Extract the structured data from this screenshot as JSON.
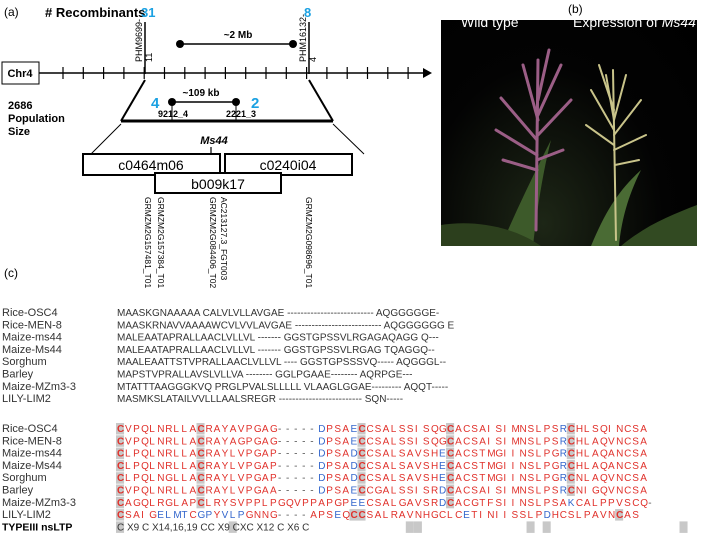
{
  "panels": {
    "a": "(a)",
    "b": "(b)",
    "c": "(c)"
  },
  "map": {
    "recombinants_label": "# Recombinants",
    "rec_left": "31",
    "rec_right": "8",
    "marker_left": "PHM9699-\n11",
    "marker_right": "PHM16132-\n4",
    "distance_large": "~2 Mb",
    "chromosome": "Chr4",
    "population": "2686\nPopulation\nSize",
    "rec_inner_left": "4",
    "rec_inner_right": "2",
    "marker_inner_left": "9212_4",
    "marker_inner_right": "2221_3",
    "distance_small": "~109 kb",
    "gene": "Ms44",
    "bacs": [
      "c0464m06",
      "c0240i04",
      "b009k17"
    ],
    "gene_models": [
      "GRMZM2G157481_T01",
      "GRMZM2G157384_T01",
      "GRMZM2G084406_T02",
      "AC213127.3_FGT003",
      "GRMZM2G098696_T01"
    ]
  },
  "photo": {
    "left_label": "Wild type",
    "right_label_prefix": "Expression of ",
    "right_label_italic": "Ms44"
  },
  "colors": {
    "cyan": "#1ba1e2",
    "red": "#e0302a",
    "blue": "#3366cc",
    "gray_box": "#c8c8c8"
  },
  "alignment": {
    "names": [
      "Rice-OSC4",
      "Rice-MEN-8",
      "Maize-ms44",
      "Maize-Ms44",
      "Sorghum",
      "Barley",
      "Maize-MZm3-3",
      "LILY-LIM2"
    ],
    "block1": [
      "MAASKGNAAAAA CALVLVLLAVGAE -------------------------- AQGGGGGE-",
      "MAASKRNAVVAAAAWCVLVVLAVGAE -------------------------- AQGGGGGG E",
      "MALEAATAPRALLAACLVLLVL ------- GGSTGPSSVLRGAGAQAGG Q---",
      "MALEAATAPRALLAACLVLLVL ------- GGSTGPSSVLRGAG TQAGGQ--",
      "MAALEAATTSTVPRALLAACLVLLVL ---- GGSTGPSSSVQ----- AQGGGL--",
      "MAPSTVPRALLAVSLVLLVA -------- GGLPGAAE-------- AQRPGE---",
      "MTATTTAAGGGKVQ PRGLPVALSLLLLL VLAAGLGGAE--------- AQQT-----",
      "MASMKSLATAILVVLLLAALSREGR ------------------------- SQN-----"
    ],
    "block2": [
      "CVPQLNRLLACRAYAVPGAG-----DPSAECCSALSSISQGCACSAISIMNSLPSRCHLSQINCSA",
      "CVPQLNRLLACRAYAGPGAG-----DPSAECCSALSSISQGCACSAISIMNSLPSRCHLAQVNCSA",
      "CLPQLNRLLACRAYLVPGAP-----DPSADCCSALSAVSHECACSTMGIINSLPGRCHLAQANCSA",
      "CLPQLNRLLACRAYLVPGAP-----DPSADCCSALSAVSHECACSTMGIINSLPGRCHLAQANCSA",
      "CLPQLNGLLACRAYLVPGAP-----DPSADCCSALSAVSHECACSTMGIINSLPGRCNLAQVNCSA",
      "CVPQLNRLLACRAYLVPGAA-----DPSAECCGALSSISRDCACSAISIMNSLPSRCNIGQVNCSA",
      "CAGQLRGLAPCLRYSVPPLPGQVPPAPGPEECSALGAVSRDCACGTFSIINSLPSAKCALPPVSCQ-",
      "CSAIGELMTCGPYVLPGNNG----APSEQCCSALRAVNHGCLCETINIISSLPDHCSLPAVNCAS"
    ],
    "consensus_label": "TYPEIII nsLTP",
    "consensus": "C      X9     C      X14,16,19      CC     X9      CXC       X12      C  X6  C"
  }
}
